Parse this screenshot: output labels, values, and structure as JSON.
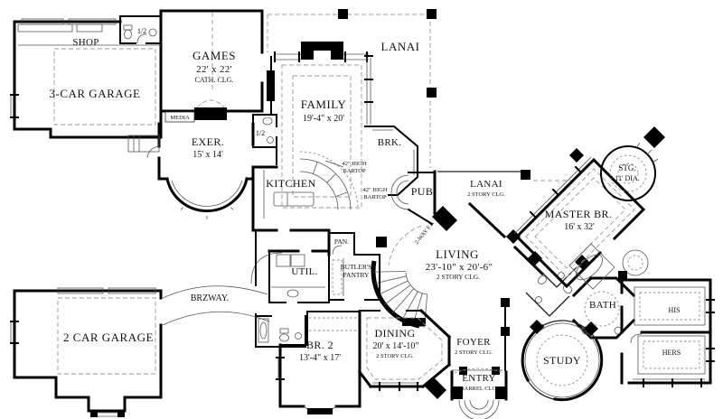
{
  "colors": {
    "ink": "#000000",
    "paper": "#ffffff",
    "dash": "#999999"
  },
  "rooms": {
    "shop": {
      "label": "SHOP"
    },
    "garage3": {
      "label": "3-CAR GARAGE"
    },
    "games": {
      "label": "GAMES",
      "dims": "22' x 22'",
      "note": "CATH. CLG."
    },
    "lanai_top": {
      "label": "LANAI"
    },
    "family": {
      "label": "FAMILY",
      "dims": "19'-4\" x 20'"
    },
    "exer": {
      "label": "EXER.",
      "dims": "15' x 14'"
    },
    "kitchen": {
      "label": "KITCHEN"
    },
    "brk": {
      "label": "BRK."
    },
    "pub": {
      "label": "PUB"
    },
    "lanai2": {
      "label": "LANAI",
      "note": "2 STORY CLG."
    },
    "stg": {
      "label": "STG.",
      "dims": "11' DIA."
    },
    "master": {
      "label": "MASTER BR.",
      "dims": "16' x 32'"
    },
    "living": {
      "label": "LIVING",
      "dims": "23'-10\" x 20'-6\"",
      "note": "2 STORY CLG."
    },
    "util": {
      "label": "UTIL."
    },
    "butlers": {
      "line1": "BUTLER'S",
      "line2": "PANTRY"
    },
    "pan": {
      "label": "PAN."
    },
    "brzway": {
      "label": "BRZWAY."
    },
    "garage2": {
      "label": "2 CAR GARAGE"
    },
    "br2": {
      "label": "BR. 2",
      "dims": "13'-4\" x 17'"
    },
    "dining": {
      "label": "DINING",
      "dims": "20' x 14'-10\"",
      "note": "2 STORY CLG."
    },
    "foyer": {
      "label": "FOYER",
      "note": "2 STORY CLG."
    },
    "entry": {
      "label": "ENTRY",
      "note": "BARREL CLG."
    },
    "study": {
      "label": "STUDY"
    },
    "bath": {
      "label": "BATH"
    },
    "his": {
      "label": "HIS"
    },
    "hers": {
      "label": "HERS"
    }
  },
  "annotations": {
    "half_bath": "1/2",
    "media": "MEDIA",
    "bartop_line1": "42\" HIGH",
    "bartop_line2": "BARTOP",
    "fireplace": "2-WAY F.P."
  }
}
